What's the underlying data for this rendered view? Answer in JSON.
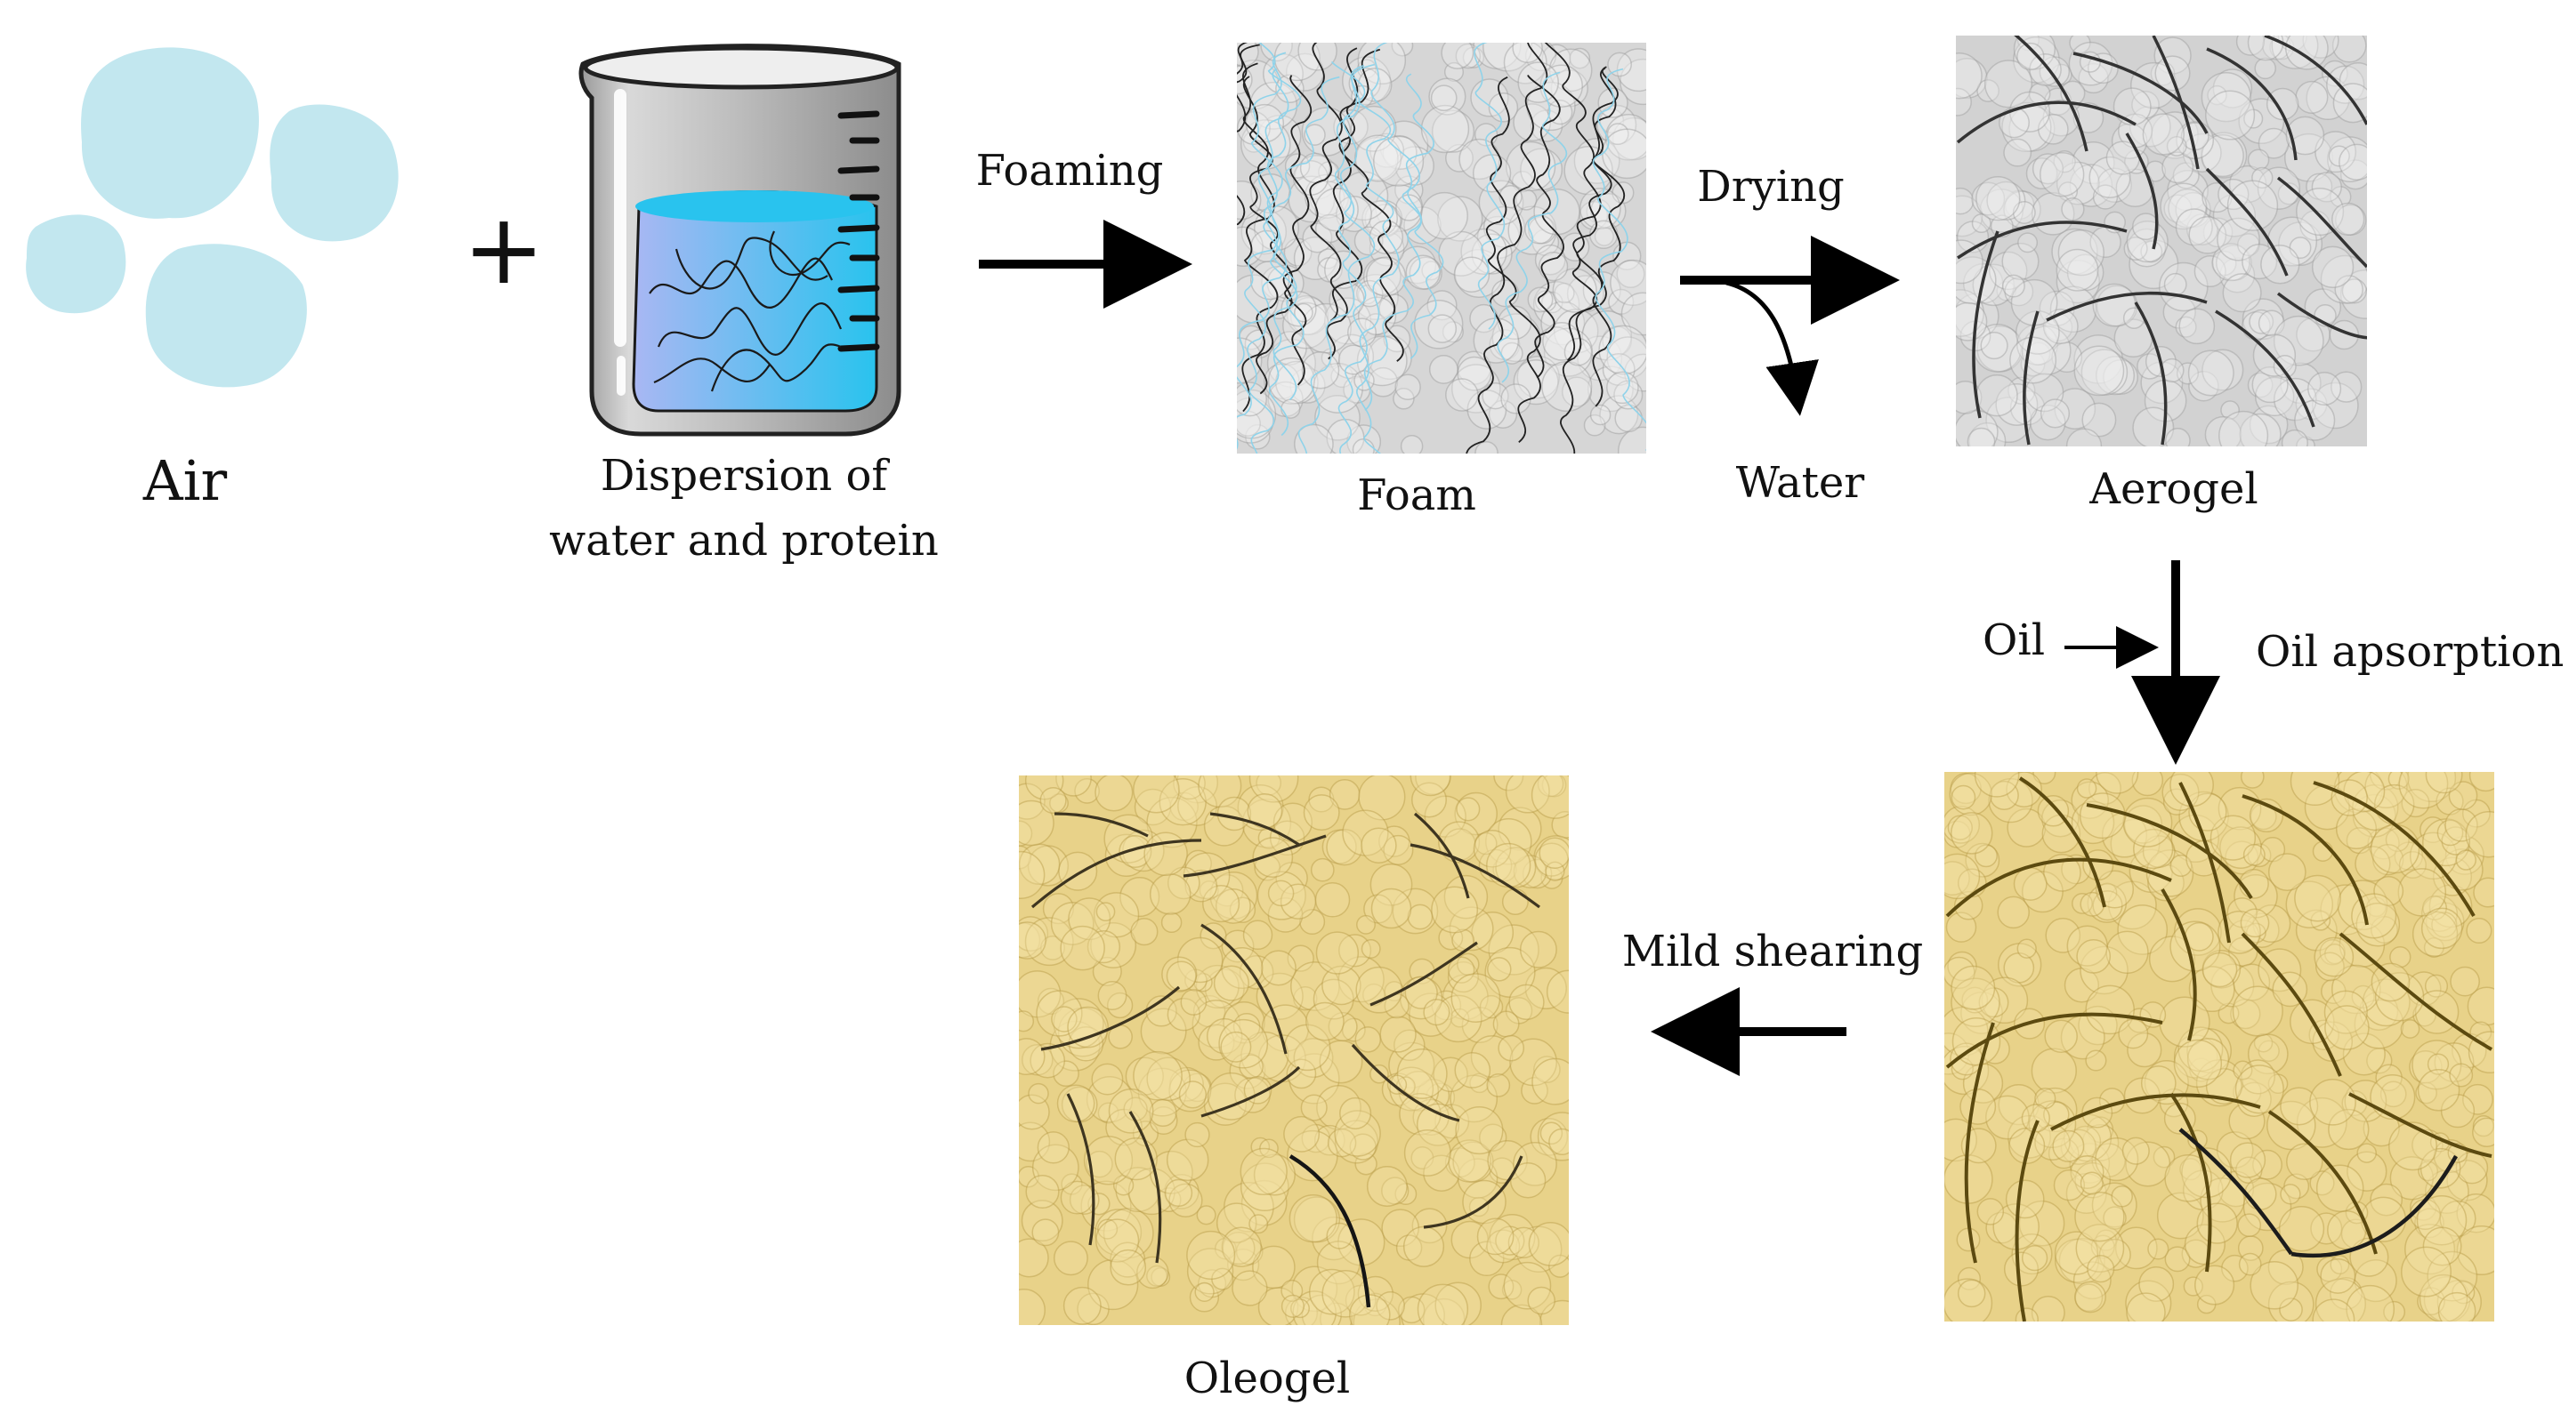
{
  "symbols": {
    "plus": "+"
  },
  "labels": {
    "air": "Air",
    "dispersion_line1": "Dispersion of",
    "dispersion_line2": "water and protein",
    "foaming": "Foaming",
    "foam": "Foam",
    "drying": "Drying",
    "water": "Water",
    "aerogel": "Aerogel",
    "oil": "Oil",
    "oil_absorption": "Oil apsorption",
    "mild_shearing": "Mild shearing",
    "oleogel": "Oleogel"
  },
  "colors": {
    "air_bubble": "#bfe6ee",
    "water_blue": "#29c3ee",
    "water_lavender": "#a9b7f3",
    "beaker_gray": "#b4b4b4",
    "foam_gray": "#d6d6d6",
    "aerogel_gray": "#d2d2d2",
    "oleogel_yellow": "#e8d289",
    "protein_strand_blue": "#8fd3ea",
    "arrow": "#000000"
  },
  "icons": {
    "air": "air-bubbles-icon",
    "beaker": "beaker-icon",
    "foam": "foam-texture-icon",
    "aerogel": "aerogel-texture-icon",
    "oil_filled": "oil-filled-aerogel-icon",
    "oleogel": "oleogel-texture-icon"
  }
}
